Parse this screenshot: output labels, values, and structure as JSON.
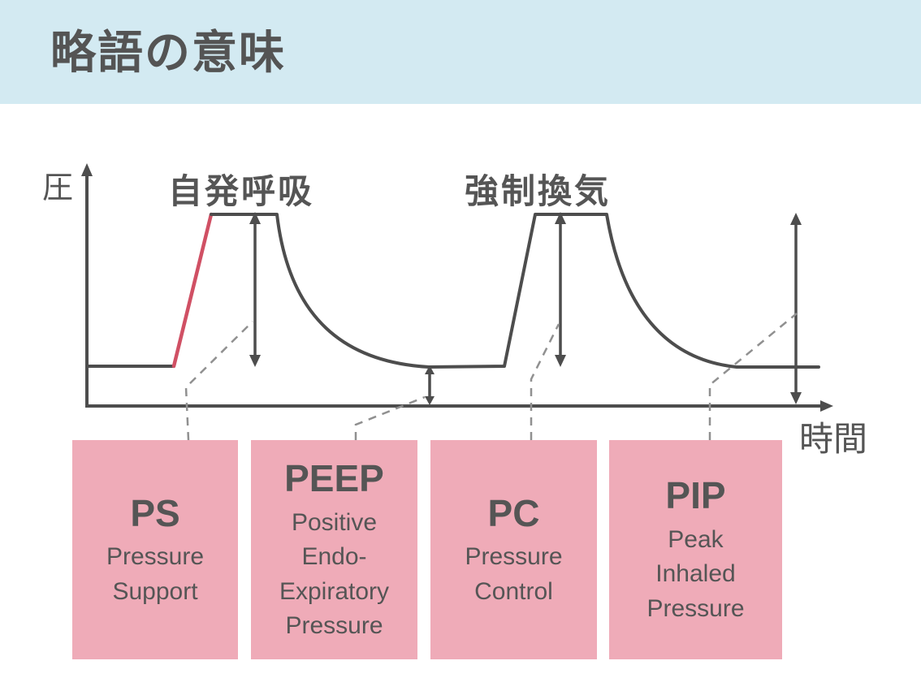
{
  "title": "略語の意味",
  "diagram": {
    "y_axis_label": "圧",
    "x_axis_label": "時間",
    "label_spontaneous": "自発呼吸",
    "label_mandatory": "強制換気"
  },
  "legend_boxes": [
    {
      "abbr": "PS",
      "lines": [
        "Pressure",
        "Support"
      ]
    },
    {
      "abbr": "PEEP",
      "lines": [
        "Positive",
        "Endo-",
        "Expiratory",
        "Pressure"
      ]
    },
    {
      "abbr": "PC",
      "lines": [
        "Pressure",
        "Control"
      ]
    },
    {
      "abbr": "PIP",
      "lines": [
        "Peak",
        "Inhaled",
        "Pressure"
      ]
    }
  ],
  "colors": {
    "header_bg": "#d3eaf2",
    "box_bg": "#efabb8",
    "text": "#555555",
    "waveform": "#4d4d4d",
    "support_rise_red": "#d05064",
    "dashed_connector": "#909090"
  }
}
